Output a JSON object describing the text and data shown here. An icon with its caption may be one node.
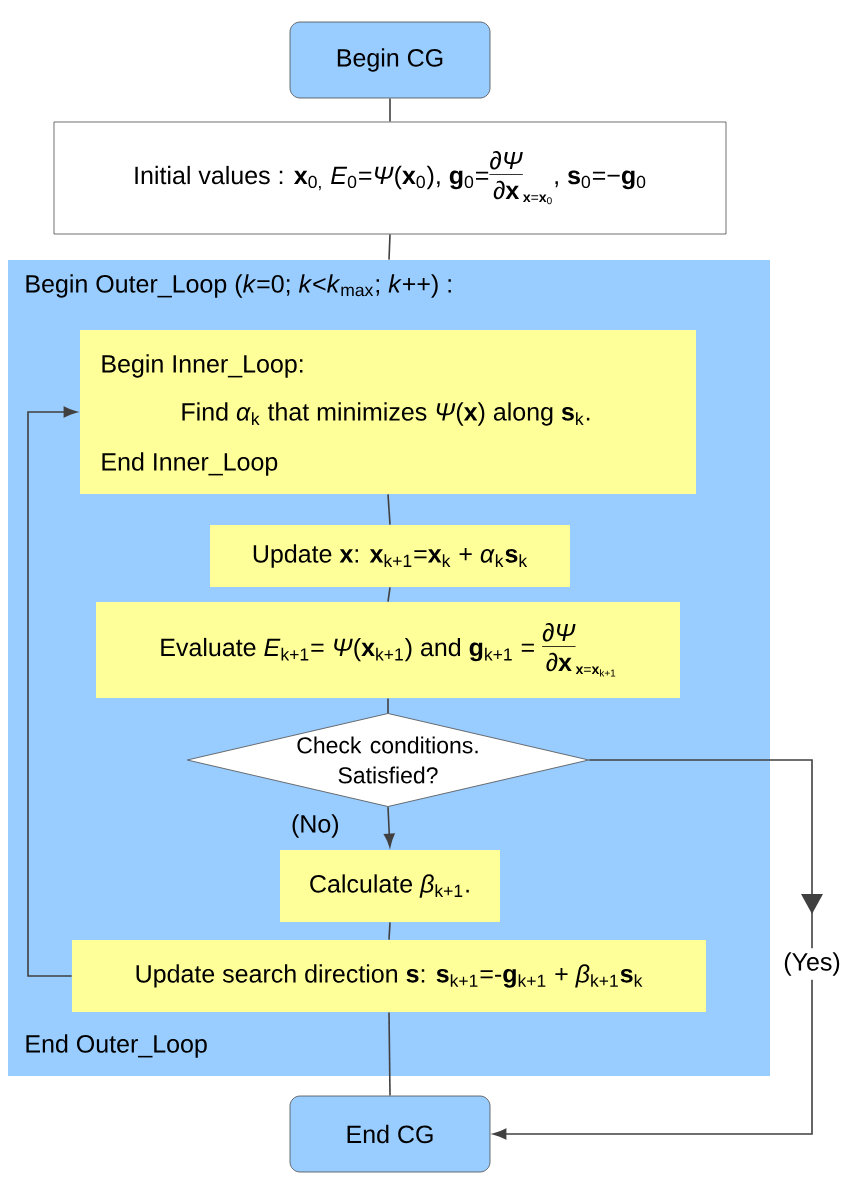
{
  "diagram": {
    "nodes": [
      {
        "text": [
          "Begin CG"
        ]
      },
      {
        "text": [
          "Initial values :  **x**$_{0,}$  *E*$_{0}$=*Ψ*(**x**$_{0}$),  **g**$_{0}$=",
          "∂*Ψ*",
          "∂**x**",
          "**x**=**x**$_{0}$",
          ",  **s**$_{0}$=−**g**$_{0}$"
        ]
      },
      {
        "text": [
          "Begin Outer_Loop (*k*=0; *k*<*k*$_{max}$; *k*++) :",
          "End Outer_Loop"
        ]
      },
      {
        "text": [
          "Begin Inner_Loop:",
          "Find *α*$_{k}$ that minimizes *Ψ*(**x**) along **s**$_{k}$.",
          "End Inner_Loop"
        ],
        "in": 2
      },
      {
        "text": [
          "Update **x**:  **x**$_{k+1}$=**x**$_{k}$ + *α*$_{k}$**s**$_{k}$"
        ],
        "in": 2
      },
      {
        "text": [
          "Evaluate *E*$_{k+1}$= *Ψ*(**x**$_{k+1}$) and **g**$_{k+1}$ =",
          "∂*Ψ*",
          "∂**x**",
          "**x**=**x**$_{k+1}$"
        ],
        "in": 2
      },
      {
        "text": [
          "Check conditions. Satisfied?"
        ],
        "in": 2
      },
      {
        "text": [
          "Calculate *β*$_{k+1}$."
        ],
        "in": 2
      },
      {
        "text": [
          "Update search direction **s**:  **s**$_{k+1}$=-**g**$_{k+1}$ + *β*$_{k+1}$**s**$_{k}$"
        ],
        "in": 2
      },
      {
        "text": [
          "End CG"
        ]
      }
    ],
    "edges": [
      {
        "from": 0,
        "to": 1,
        "arrow": "none"
      },
      {
        "from": 1,
        "to": 2,
        "arrow": "none"
      },
      {
        "from": 3,
        "to": 4,
        "arrow": "none"
      },
      {
        "from": 4,
        "to": 5,
        "arrow": "none"
      },
      {
        "from": 5,
        "to": 6,
        "arrow": "none"
      },
      {
        "from": 6,
        "to": 7,
        "arrow": "to",
        "label": "(No)"
      },
      {
        "from": 7,
        "to": 8,
        "arrow": "none"
      },
      {
        "from": 8,
        "to": 3,
        "arrow": "to"
      },
      {
        "from": 8,
        "to": 9,
        "arrow": "none"
      },
      {
        "from": 6,
        "to": 9,
        "arrow": "to",
        "label": "(Yes)"
      }
    ]
  }
}
